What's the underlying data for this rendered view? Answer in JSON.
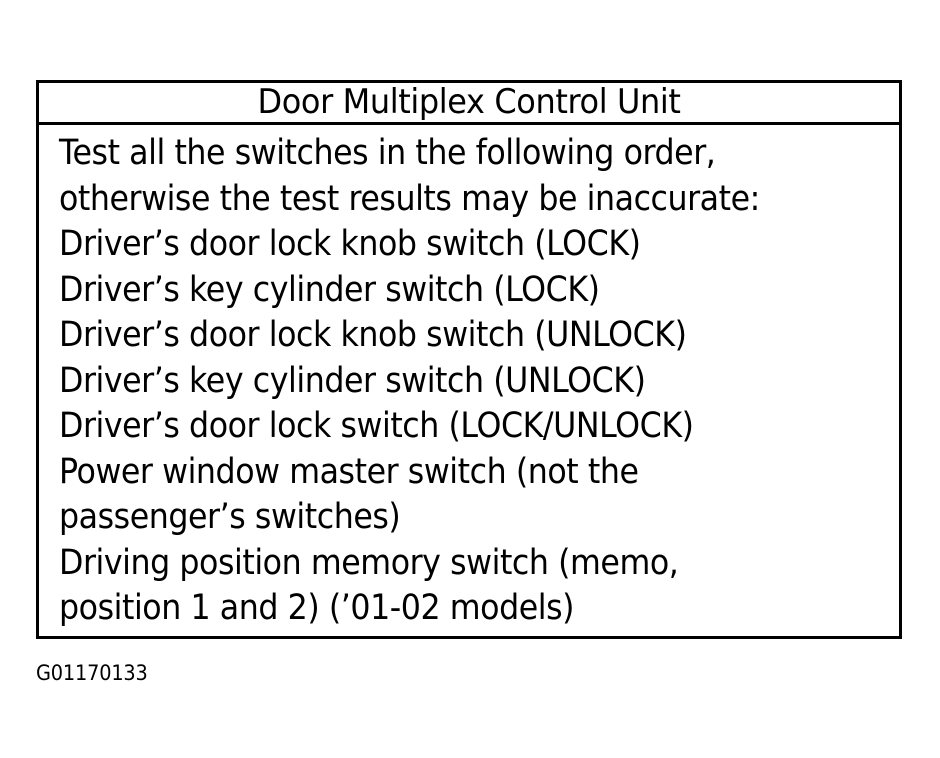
{
  "page": {
    "background_color": "#ffffff",
    "text_color": "#000000",
    "border_color": "#000000"
  },
  "figure": {
    "title": "Door Multiplex Control Unit",
    "body_lines": [
      "Test all the switches in the following order,",
      "otherwise the test results may be inaccurate:",
      "Driver’s door lock knob switch (LOCK)",
      "Driver’s key cylinder switch (LOCK)",
      "Driver’s door lock knob switch (UNLOCK)",
      "Driver’s key cylinder switch (UNLOCK)",
      "Driver’s door lock switch (LOCK/UNLOCK)",
      "Power window master switch (not the",
      "passenger’s switches)",
      "Driving position memory switch (memo,",
      "position 1 and 2) (’01-02 models)"
    ],
    "caption": "G01170133"
  }
}
